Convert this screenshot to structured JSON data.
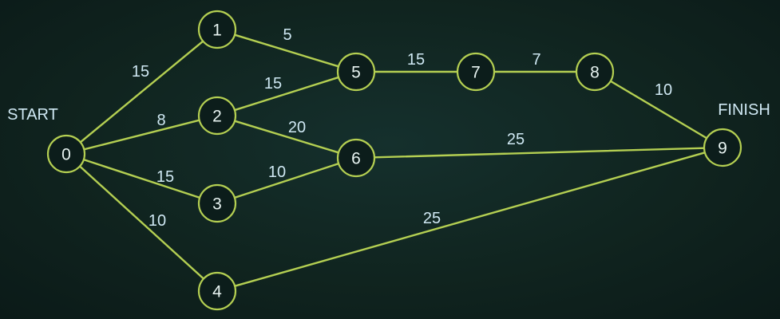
{
  "labels": {
    "start": "START",
    "finish": "FINISH"
  },
  "colors": {
    "background": "#0f2322",
    "edge": "#b4cf52",
    "node_text": "#e7f3f1",
    "weight_text": "#cfe8f3"
  },
  "nodes": [
    {
      "id": "0",
      "label": "0"
    },
    {
      "id": "1",
      "label": "1"
    },
    {
      "id": "2",
      "label": "2"
    },
    {
      "id": "3",
      "label": "3"
    },
    {
      "id": "4",
      "label": "4"
    },
    {
      "id": "5",
      "label": "5"
    },
    {
      "id": "6",
      "label": "6"
    },
    {
      "id": "7",
      "label": "7"
    },
    {
      "id": "8",
      "label": "8"
    },
    {
      "id": "9",
      "label": "9"
    }
  ],
  "edges": [
    {
      "from": "0",
      "to": "1",
      "weight": "15"
    },
    {
      "from": "0",
      "to": "2",
      "weight": "8"
    },
    {
      "from": "0",
      "to": "3",
      "weight": "15"
    },
    {
      "from": "0",
      "to": "4",
      "weight": "10"
    },
    {
      "from": "1",
      "to": "5",
      "weight": "5"
    },
    {
      "from": "2",
      "to": "5",
      "weight": "15"
    },
    {
      "from": "2",
      "to": "6",
      "weight": "20"
    },
    {
      "from": "3",
      "to": "6",
      "weight": "10"
    },
    {
      "from": "5",
      "to": "7",
      "weight": "15"
    },
    {
      "from": "7",
      "to": "8",
      "weight": "7"
    },
    {
      "from": "8",
      "to": "9",
      "weight": "10"
    },
    {
      "from": "6",
      "to": "9",
      "weight": "25"
    },
    {
      "from": "4",
      "to": "9",
      "weight": "25"
    }
  ]
}
